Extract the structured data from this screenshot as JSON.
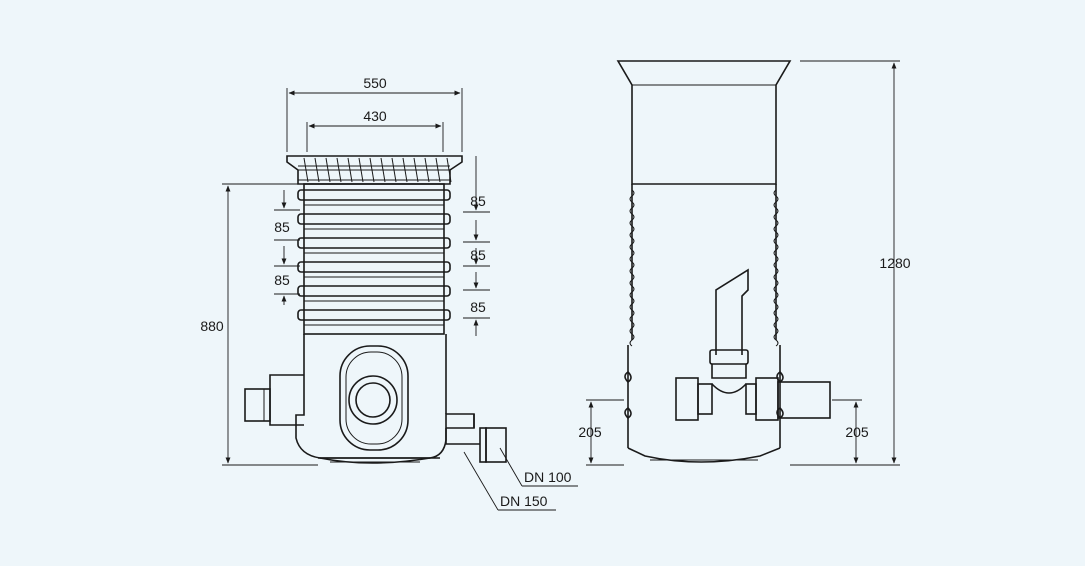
{
  "front_view": {
    "dims": {
      "outer_width": "550",
      "inner_width": "430",
      "height": "880",
      "ring_right_1": "85",
      "ring_right_2": "85",
      "ring_right_3": "85",
      "ring_left_1": "85",
      "ring_left_2": "85"
    },
    "pipe_labels": {
      "small": "DN 100",
      "large": "DN 150"
    }
  },
  "side_view": {
    "dims": {
      "total_height": "1280",
      "inlet_left": "205",
      "inlet_right": "205"
    }
  },
  "colors": {
    "background": "#eef6fa",
    "stroke": "#1a1a1a"
  }
}
